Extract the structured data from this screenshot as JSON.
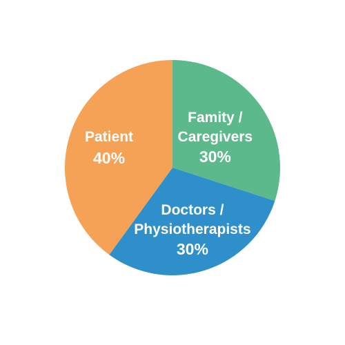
{
  "chart_data": {
    "type": "pie",
    "title": "",
    "slices": [
      {
        "name_lines": [
          "Famity /",
          "Caregivers"
        ],
        "value": 30,
        "value_label": "30%",
        "color": "#5cb98c"
      },
      {
        "name_lines": [
          "Doctors /",
          "Physiotherapists"
        ],
        "value": 30,
        "value_label": "30%",
        "color": "#2f8fcb"
      },
      {
        "name_lines": [
          "Patient"
        ],
        "value": 40,
        "value_label": "40%",
        "color": "#f5a256"
      }
    ]
  }
}
